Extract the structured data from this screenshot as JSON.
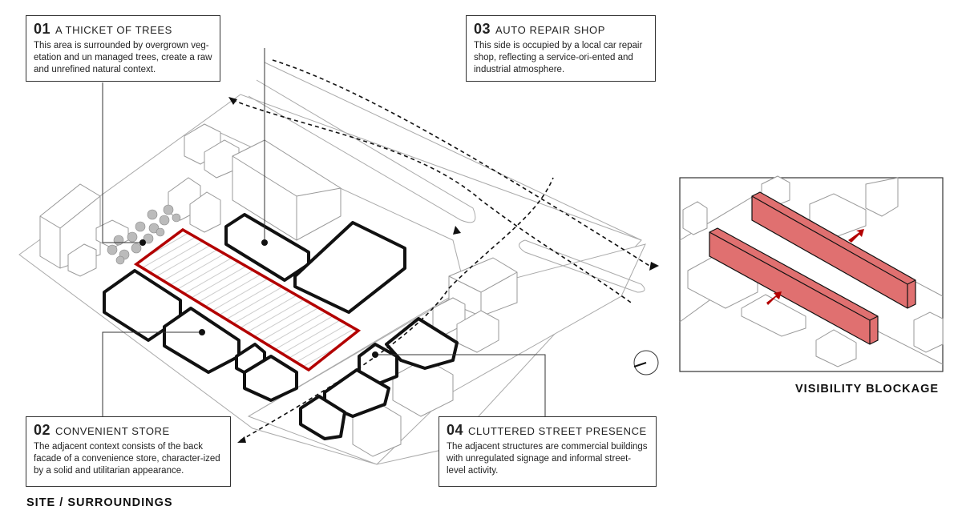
{
  "callouts": [
    {
      "num": "01",
      "title": "A THICKET OF TREES",
      "body": "This area is surrounded by overgrown veg-etation and un managed trees, create a raw and unrefined natural context."
    },
    {
      "num": "02",
      "title": "CONVENIENT STORE",
      "body": "The adjacent context consists of the back facade of a convenience store, character-ized by a solid and utilitarian appearance."
    },
    {
      "num": "03",
      "title": "AUTO REPAIR SHOP",
      "body": "This side is occupied by a local car repair shop, reflecting a service-ori-ented and industrial atmosphere."
    },
    {
      "num": "04",
      "title": "CLUTTERED STREET PRESENCE",
      "body": "The adjacent structures are commercial buildings with unregulated signage and informal street-level activity."
    }
  ],
  "captions": {
    "site": "SITE / SURROUNDINGS",
    "visibility": "VISIBILITY BLOCKAGE"
  },
  "colors": {
    "site_outline": "#b30000",
    "blockage_fill": "#e07070",
    "arrow_red": "#b30000",
    "context_line": "#999999",
    "highlight_line": "#111111"
  },
  "icons": [
    "north-arrow-icon",
    "tree-icon",
    "red-arrow-icon"
  ]
}
